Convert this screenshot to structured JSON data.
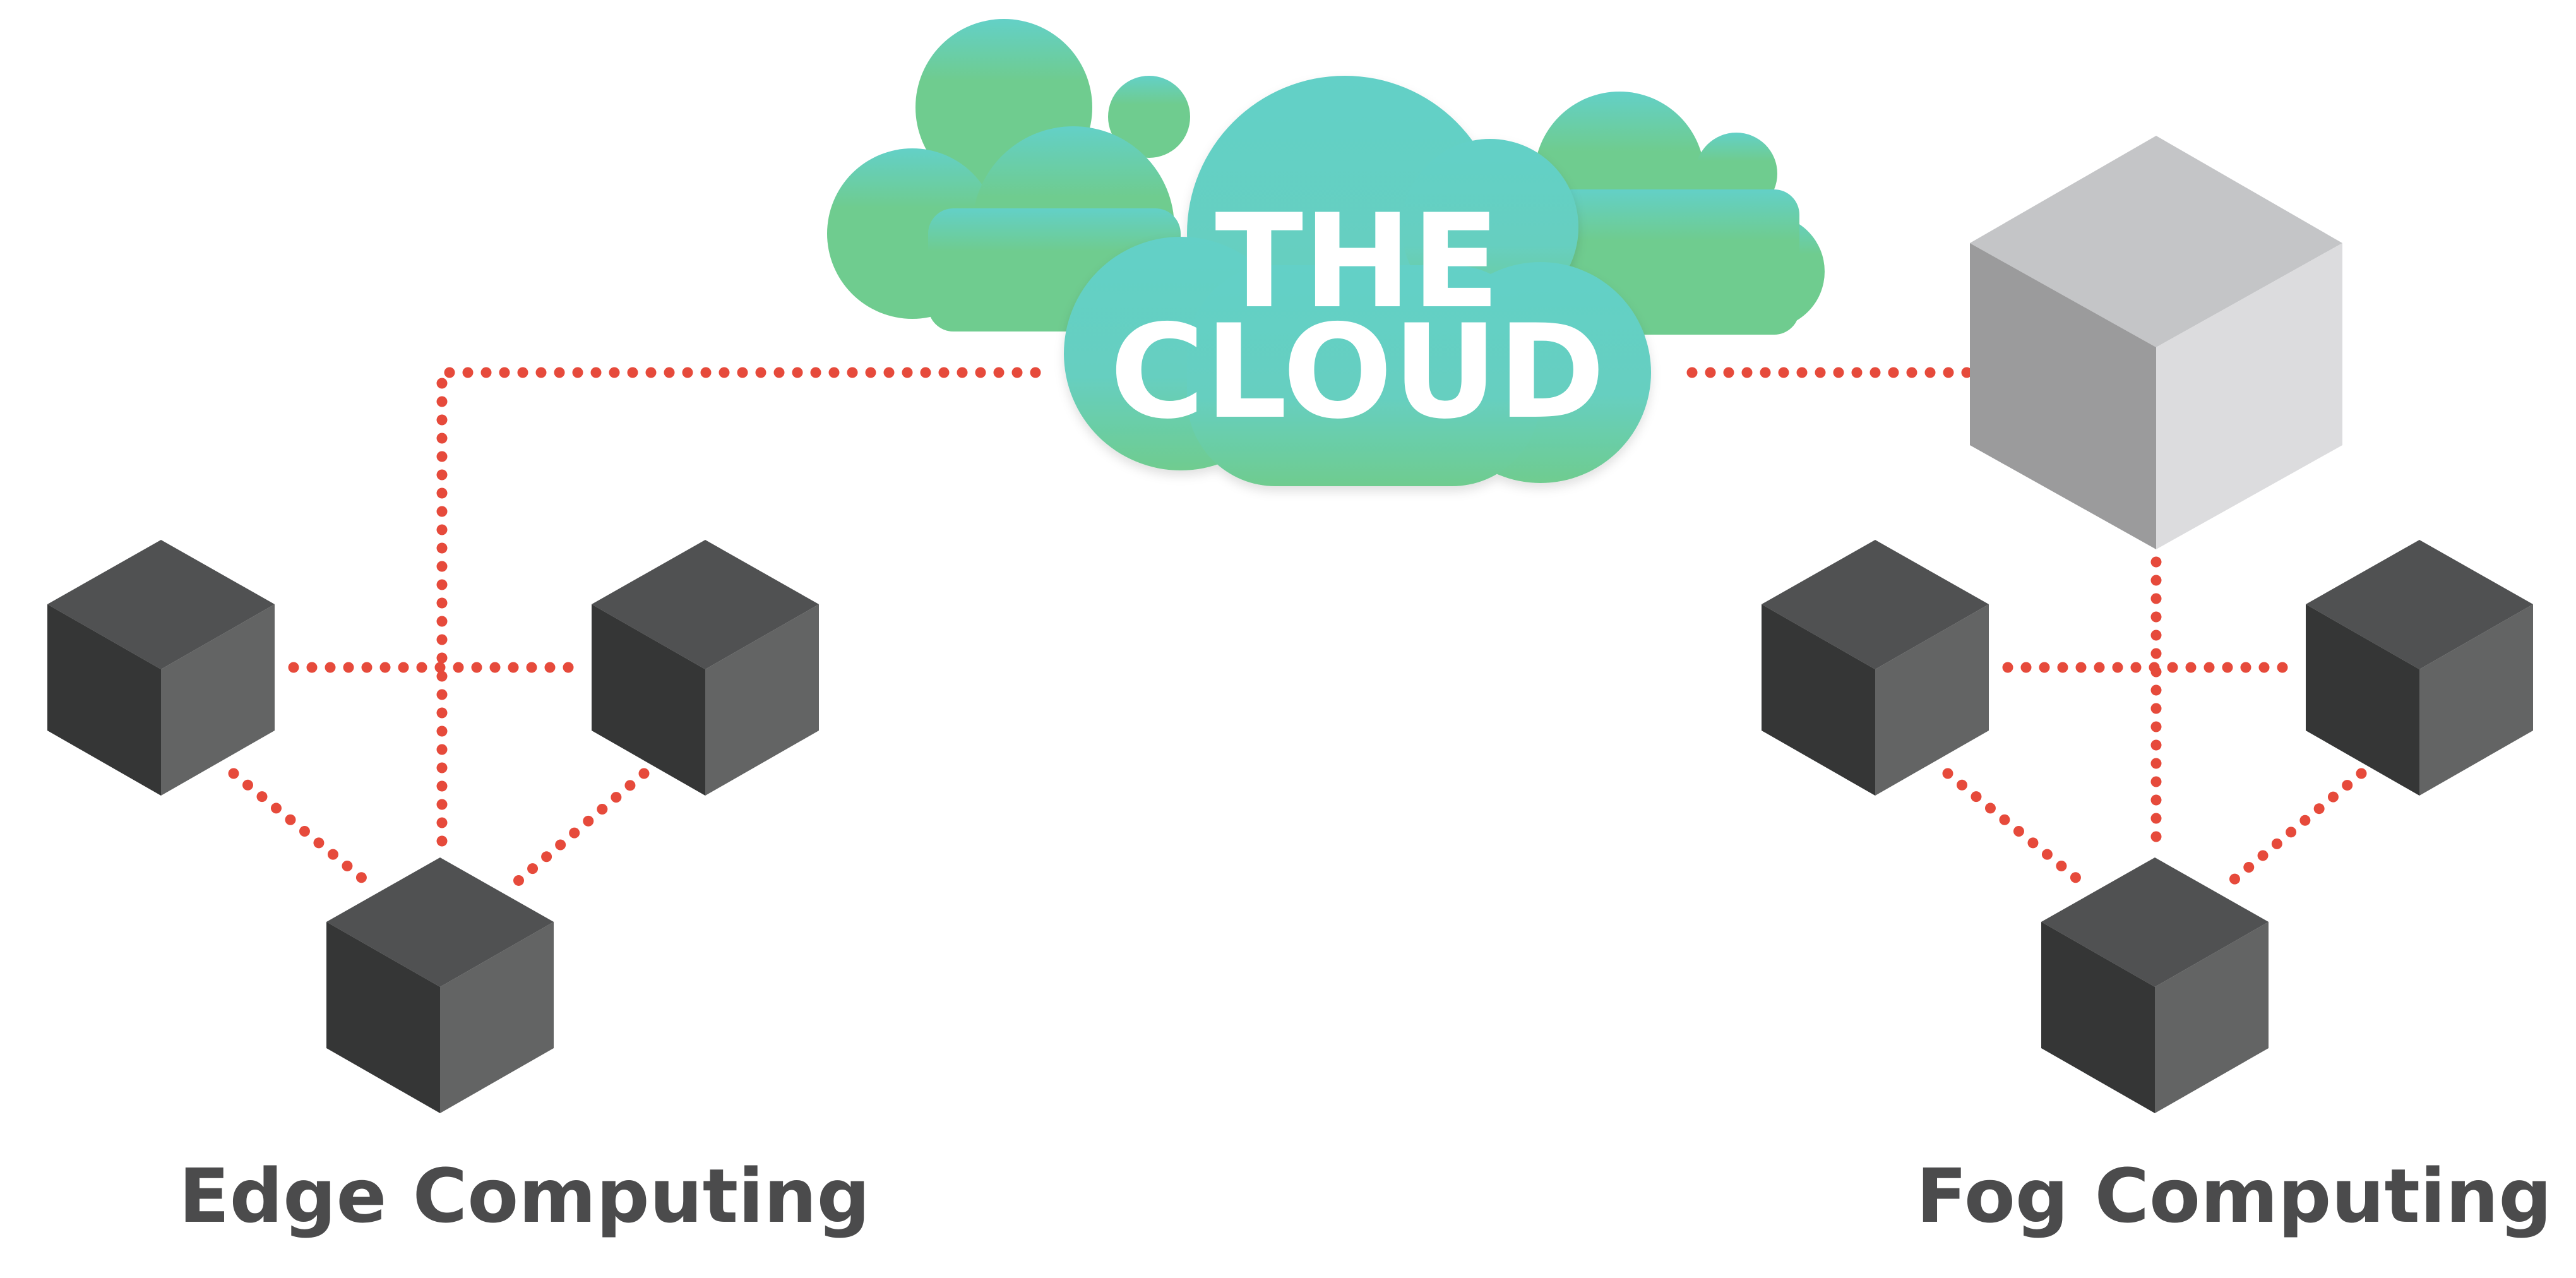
{
  "cloud": {
    "line1": "THE",
    "line2": "CLOUD"
  },
  "labels": {
    "edge": "Edge Computing",
    "fog": "Fog Computing"
  },
  "colors": {
    "connector": "#e64a3b",
    "device_top": "#505152",
    "device_left": "#353636",
    "device_right": "#636464",
    "fog_node_top": "#c4c5c7",
    "fog_node_left": "#9b9b9c",
    "fog_node_right": "#dcdcde",
    "cloud_front_top": "#63d0c7",
    "cloud_front_bottom": "#6fcc8f",
    "caption": "#4b4b4c"
  }
}
